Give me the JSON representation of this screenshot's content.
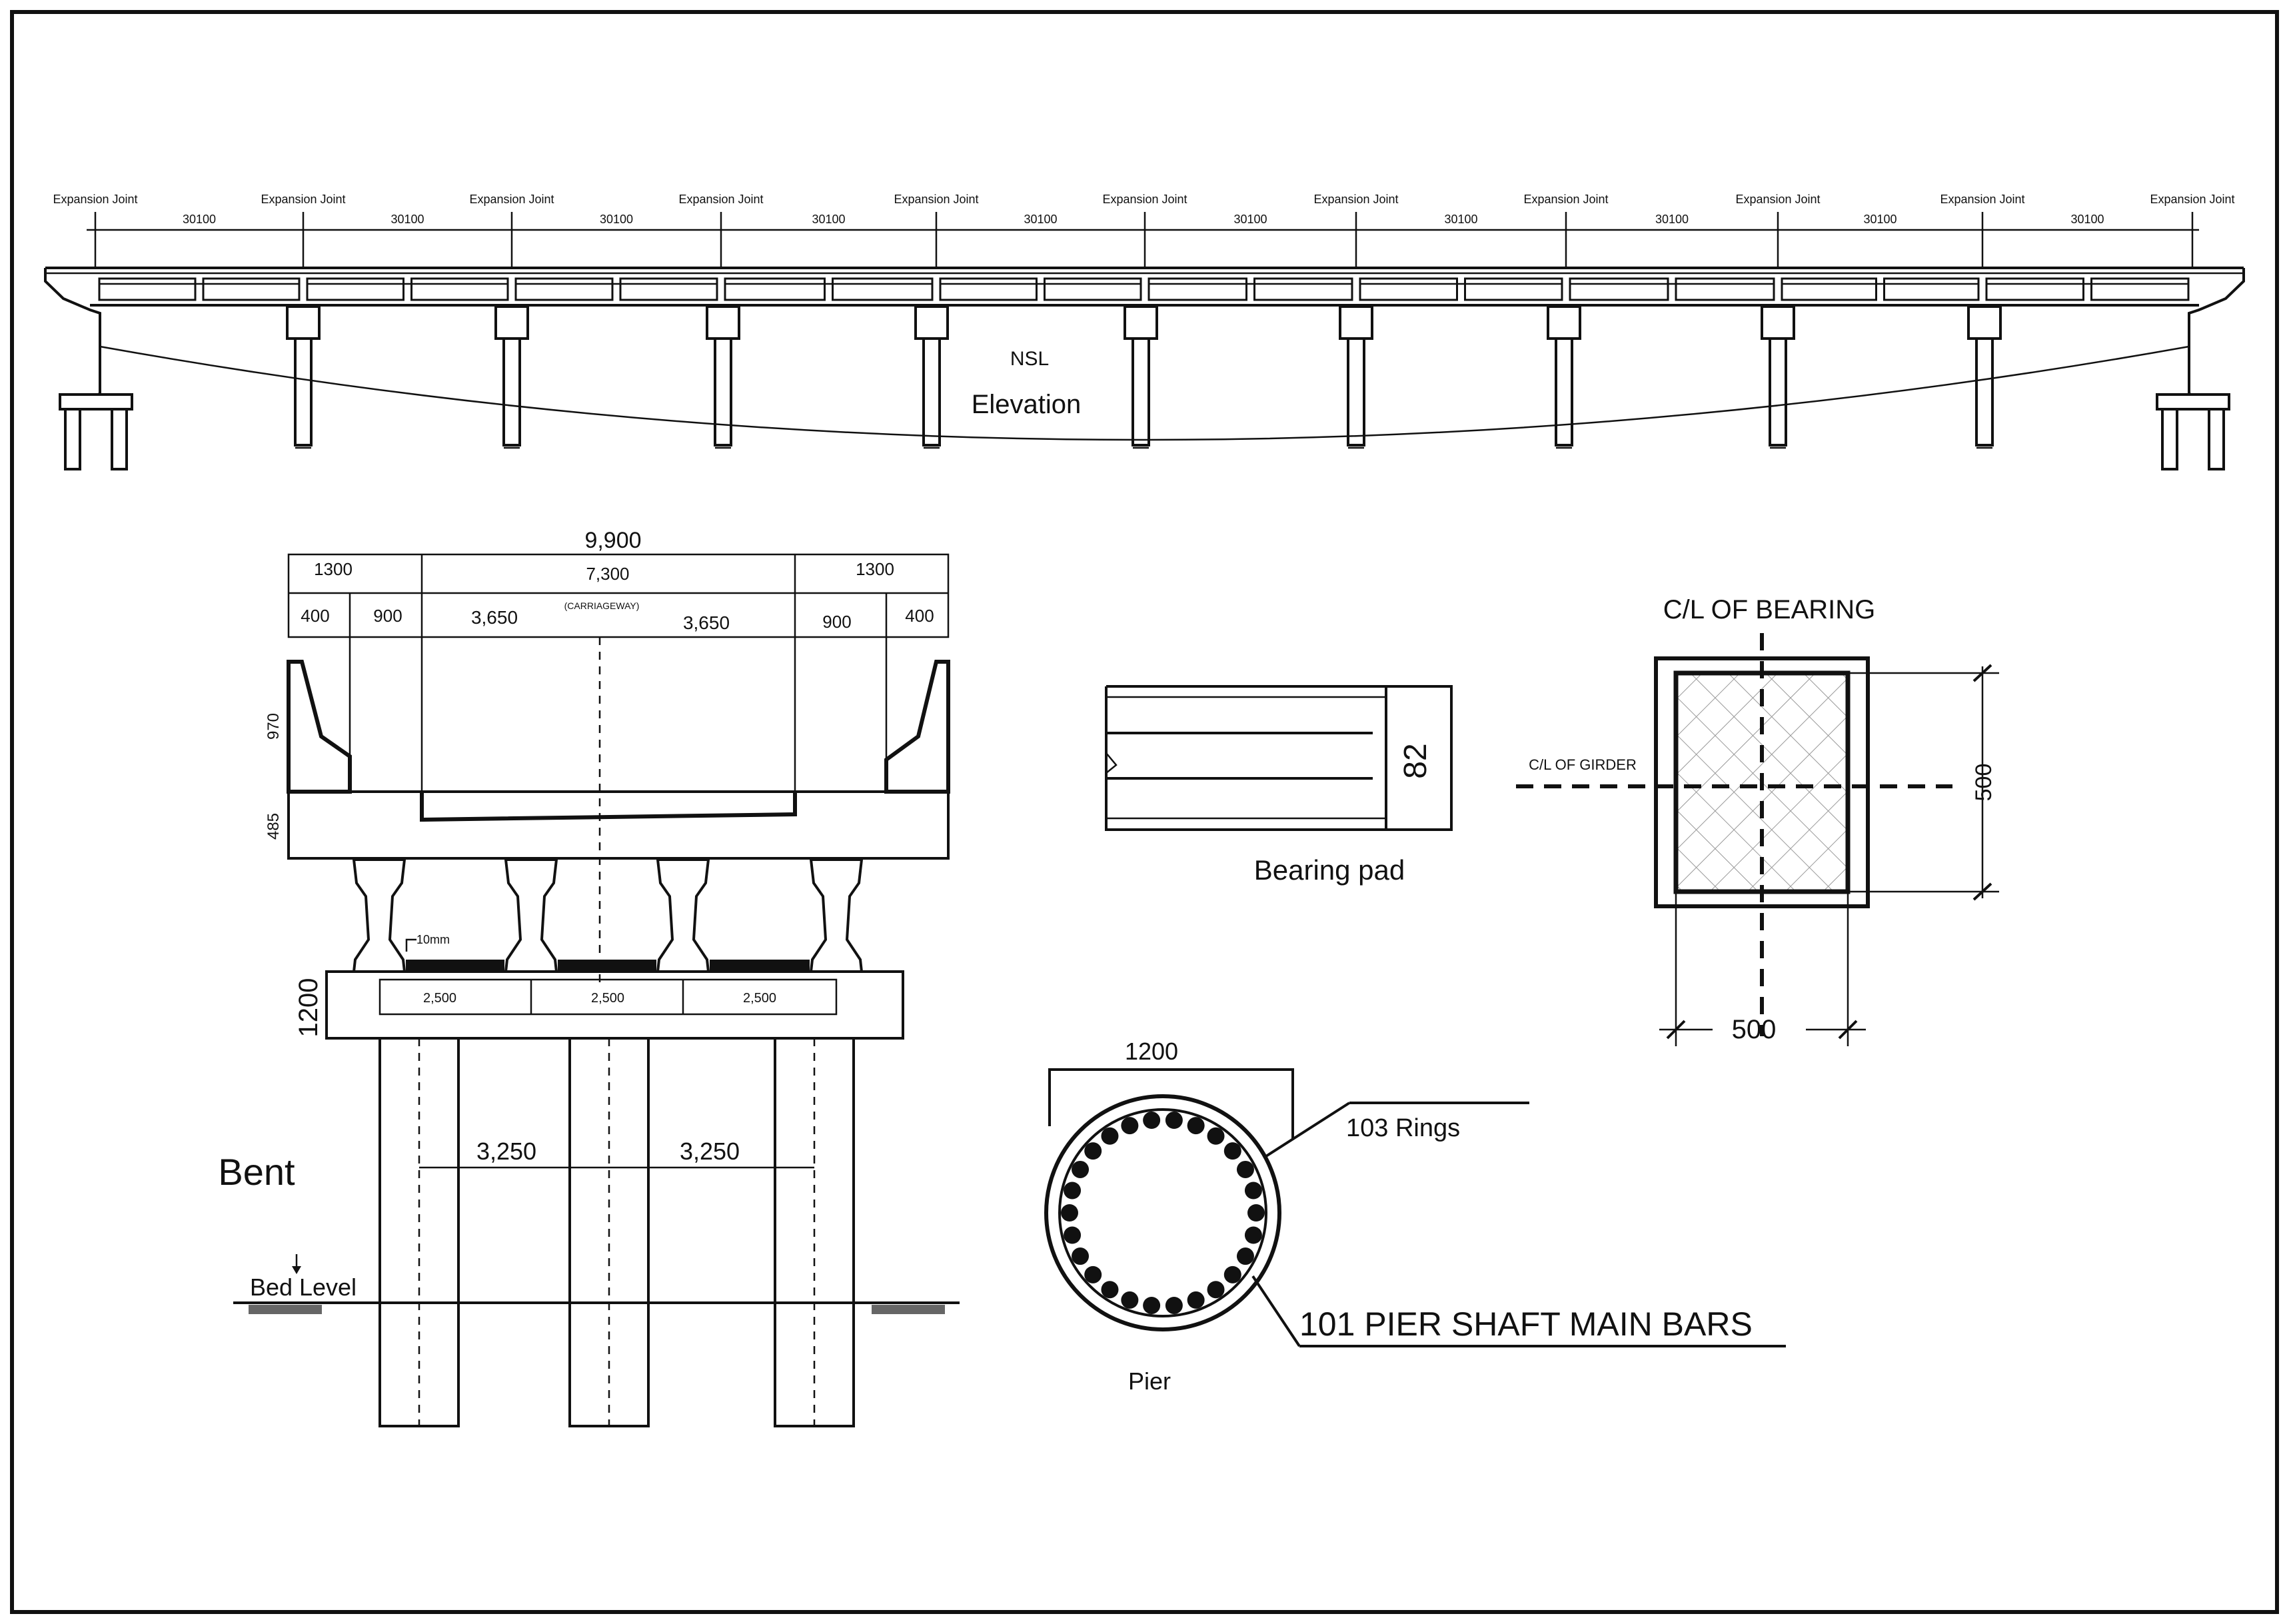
{
  "elevation": {
    "joint_label": "Expansion Joint",
    "span_label": "30100",
    "nsl_label": "NSL",
    "title": "Elevation"
  },
  "bent": {
    "title": "Bent",
    "overall_width": "9,900",
    "footpath_left": "1300",
    "carriageway": "7,300",
    "footpath_right": "1300",
    "dim_400_left": "400",
    "dim_900_left": "900",
    "lane_left": "3,650",
    "carriageway_note": "(CARRIAGEWAY)",
    "lane_right": "3,650",
    "dim_900_right": "900",
    "dim_400_right": "400",
    "parapet_height": "970",
    "deck_depth": "485",
    "pad_note": "10mm",
    "girder_spacing_1": "2,500",
    "girder_spacing_2": "2,500",
    "girder_spacing_3": "2,500",
    "cap_depth": "1200",
    "pier_spacing_1": "3,250",
    "pier_spacing_2": "3,250",
    "bed_level": "Bed Level"
  },
  "bearing_pad": {
    "title": "Bearing pad",
    "thickness": "82"
  },
  "bearing_plan": {
    "title": "C/L OF BEARING",
    "girder_label": "C/L OF GIRDER",
    "side_dim": "500",
    "bottom_dim": "500"
  },
  "pier": {
    "title": "Pier",
    "diameter": "1200",
    "rings_label": "103 Rings",
    "bars_label": "101 PIER SHAFT MAIN BARS"
  }
}
